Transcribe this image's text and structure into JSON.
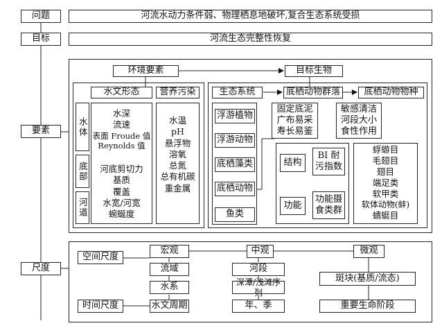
{
  "rows": {
    "problem": {
      "label": "问题",
      "text": "河流水动力条件弱、物理栖息地破坏,复合生态系统受损"
    },
    "goal": {
      "label": "目标",
      "text": "河流生态完整性恢复"
    },
    "factors": {
      "label": "要素"
    },
    "scale": {
      "label": "尺度"
    }
  },
  "factors": {
    "env_factors": "环境要素",
    "target_bio": "目标生物",
    "hydro_form": "水文形态",
    "nutrient": "营养污染",
    "water_body": "水体",
    "bottom": "底部",
    "channel": "河道",
    "hydro_items_top": [
      "水深",
      "流速",
      "表面 Froude 值",
      "Reynolds 值"
    ],
    "hydro_items_bottom": [
      "河底剪切力",
      "基质",
      "覆盖",
      "水宽/河宽",
      "蜿蜒度"
    ],
    "nutrient_items": [
      "水温",
      "pH",
      "悬浮物",
      "溶氧",
      "总氮",
      "总有机碳",
      "重金属"
    ],
    "ecosystem": "生态系统",
    "eco_items": [
      "浮游植物",
      "浮游动物",
      "底栖藻类",
      "底栖动物",
      "鱼类"
    ],
    "benthic_community": "底栖动物群落",
    "benthic_species": "底栖动物物种",
    "community_desc": [
      "固定底泥",
      "广布易采",
      "寿长易鉴"
    ],
    "species_desc": [
      "敏感清洁",
      "河段大小",
      "食性作用"
    ],
    "structure": "结构",
    "function": "功能",
    "bi_index": [
      "BI 耐",
      "污指数"
    ],
    "feeding_group": [
      "功能摄",
      "食类群"
    ],
    "taxa": [
      "蜉蝣目",
      "毛翅目",
      "翅目",
      "端足类",
      "软甲类",
      "软体动物(蚌)",
      "蜻蜓目"
    ]
  },
  "scale": {
    "spatial": "空间尺度",
    "temporal": "时间尺度",
    "macro": "宏观",
    "meso": "中观",
    "micro": "微观",
    "basin": "流域",
    "water_system": "水系",
    "hydro_cycle": "水文周期",
    "reach": "河段",
    "pool_riffle": "深潭/浅滩序列",
    "year_season": "年、季",
    "patch": "斑块(基质/流态)",
    "life_stage": "重要生命阶段"
  }
}
